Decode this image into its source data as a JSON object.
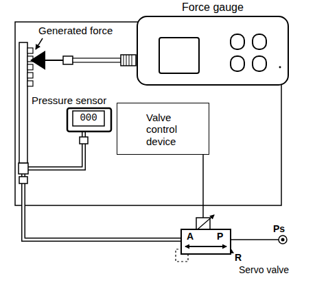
{
  "diagram": {
    "nodes": [
      {
        "text": [
          "Force gauge"
        ]
      },
      {
        "text": [
          "Pressure sensor",
          "000"
        ]
      },
      {
        "text": [
          "Valve control device"
        ]
      },
      {
        "text": [
          "A",
          "P",
          "R",
          "Servo valve"
        ]
      }
    ],
    "edges": [
      {
        "from": 2,
        "to": 3,
        "arrow": "none"
      }
    ],
    "labels": [
      "Generated force",
      "Ps"
    ]
  }
}
